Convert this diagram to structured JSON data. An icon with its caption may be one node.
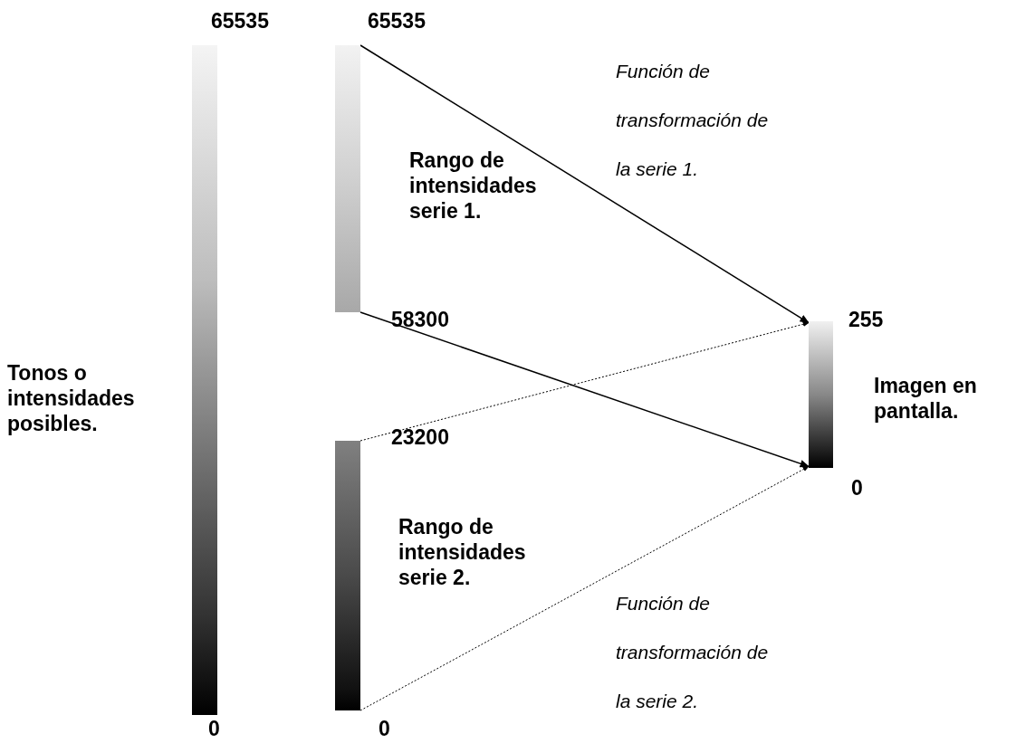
{
  "diagram": {
    "nodes": [
      {
        "text": [],
        "shape": "bar",
        "beside": [
          "Tonos o intensidades posibles."
        ]
      },
      {
        "text": [],
        "shape": "bar",
        "beside": [
          "Rango de intensidades serie 1."
        ]
      },
      {
        "text": [],
        "shape": "bar",
        "beside": [
          "Rango de intensidades serie 2."
        ]
      },
      {
        "text": [],
        "shape": "bar",
        "beside": [
          "Imagen en pantalla."
        ]
      }
    ],
    "edges": [
      {
        "from": 1,
        "to": 3,
        "arrow": "to"
      },
      {
        "from": 1,
        "to": 3,
        "arrow": "to"
      },
      {
        "from": 2,
        "to": 3,
        "arrow": "to",
        "style": "dashed"
      },
      {
        "from": 2,
        "to": 3,
        "arrow": "to",
        "style": "dashed"
      }
    ],
    "labels": [
      "65535",
      "65535",
      "Función de transformación de la serie 1.",
      "58300",
      "255",
      "23200",
      "0",
      "Función de transformación de la serie 2.",
      "0",
      "0"
    ]
  }
}
